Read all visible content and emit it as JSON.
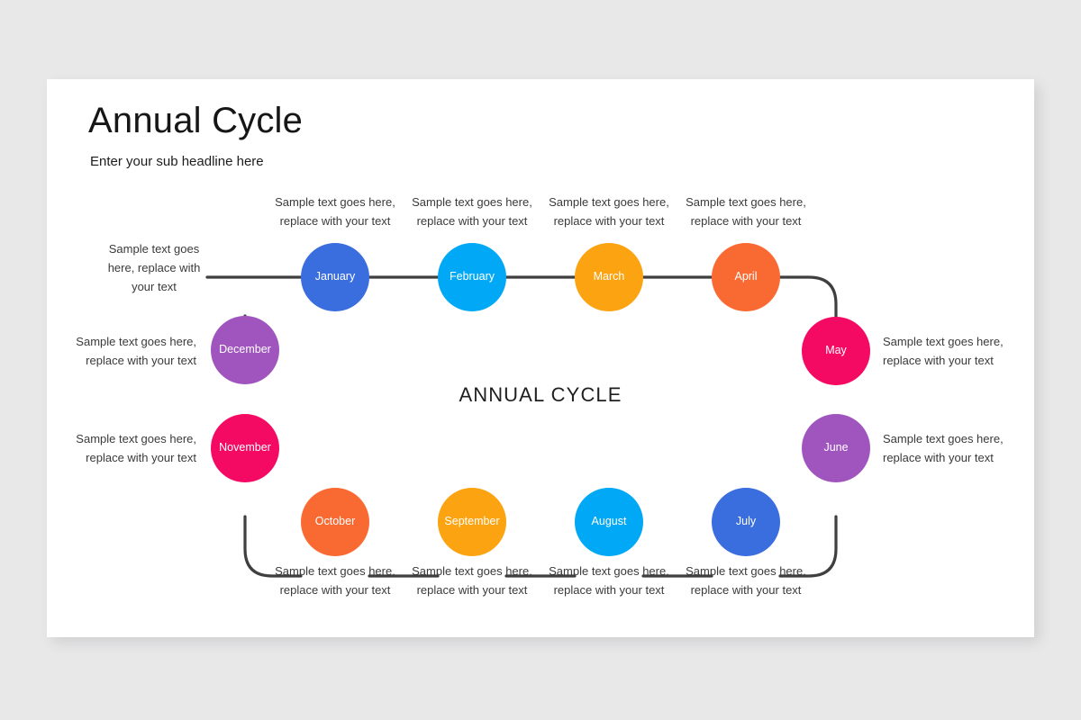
{
  "slide": {
    "title": "Annual Cycle",
    "subtitle": "Enter your sub headline here",
    "center_label": "ANNUAL CYCLE",
    "background_color": "#e8e8e9",
    "card_color": "#ffffff",
    "connector_color": "#3f3f3f"
  },
  "nodes": [
    {
      "id": "january",
      "label": "January",
      "color": "#3a6ddd"
    },
    {
      "id": "february",
      "label": "February",
      "color": "#00a8f5"
    },
    {
      "id": "march",
      "label": "March",
      "color": "#fca311"
    },
    {
      "id": "april",
      "label": "April",
      "color": "#f96a33"
    },
    {
      "id": "may",
      "label": "May",
      "color": "#f50a63"
    },
    {
      "id": "june",
      "label": "June",
      "color": "#a055be"
    },
    {
      "id": "july",
      "label": "July",
      "color": "#3a6ddd"
    },
    {
      "id": "august",
      "label": "August",
      "color": "#00a8f5"
    },
    {
      "id": "september",
      "label": "September",
      "color": "#fca311"
    },
    {
      "id": "october",
      "label": "October",
      "color": "#f96a33"
    },
    {
      "id": "november",
      "label": "November",
      "color": "#f50a63"
    },
    {
      "id": "december",
      "label": "December",
      "color": "#a055be"
    }
  ],
  "captions": {
    "start": "Sample text goes here, replace with your text",
    "january": "Sample text goes here, replace with your text",
    "february": "Sample text goes here, replace with your text",
    "march": "Sample text goes here, replace with your text",
    "april": "Sample text goes here, replace with your text",
    "may": "Sample text goes here, replace with your text",
    "june": "Sample text goes here, replace with your text",
    "july": "Sample text goes here, replace with your text",
    "august": "Sample text goes here, replace with your text",
    "september": "Sample text goes here, replace with your text",
    "october": "Sample text goes here, replace with your text",
    "november": "Sample text goes here, replace with your text",
    "december": "Sample text goes here, replace with your text"
  }
}
